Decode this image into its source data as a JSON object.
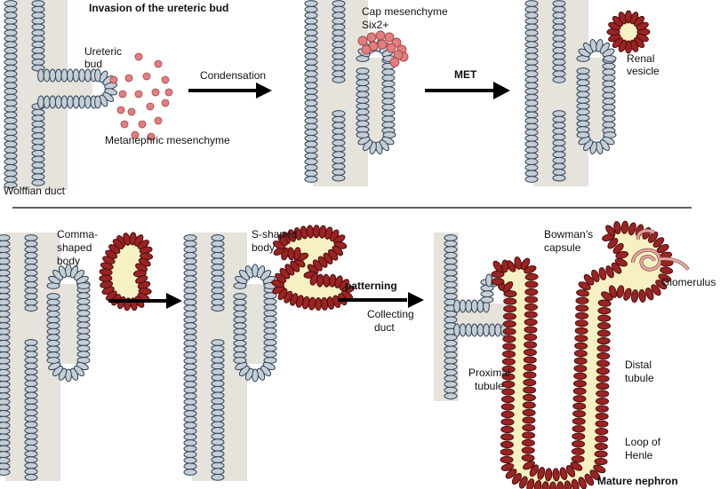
{
  "colors": {
    "duct_fill": "#e5e3dc",
    "epithelium_fill": "#c4ced4",
    "epithelium_stroke": "#2e3f55",
    "nephron_cell": "#9b2323",
    "nephron_stroke": "#4a0e0e",
    "lumen_fill": "#f6f1c2",
    "mesenchyme": "#e07f7f",
    "glomerulus": "#e4a9a4",
    "arrow": "#000000"
  },
  "labels": {
    "invasion_title": "Invasion of the ureteric bud",
    "ureteric_bud": [
      "Ureteric",
      "bud"
    ],
    "metanephric_mesenchyme": "Metanephric mesenchyme",
    "wolffian_duct": "Wolffian duct",
    "condensation": "Condensation",
    "cap_mesenchyme": [
      "Cap mesenchyme",
      "Six2+"
    ],
    "met": "MET",
    "renal_vesicle": [
      "Renal",
      "vesicle"
    ],
    "comma_body": [
      "Comma-",
      "shaped",
      "body"
    ],
    "s_body": [
      "S-shaped",
      "body"
    ],
    "patterning": "patterning",
    "collecting_duct": [
      "Collecting",
      "duct"
    ],
    "bowmans_capsule": [
      "Bowman’s",
      "capsule"
    ],
    "glomerulus": "Glomerulus",
    "proximal_tubule": [
      "Proximal",
      "tubule"
    ],
    "distal_tubule": [
      "Distal",
      "tubule"
    ],
    "loop_of_henle": [
      "Loop of",
      "Henle"
    ],
    "mature_nephron": "Mature nephron"
  }
}
